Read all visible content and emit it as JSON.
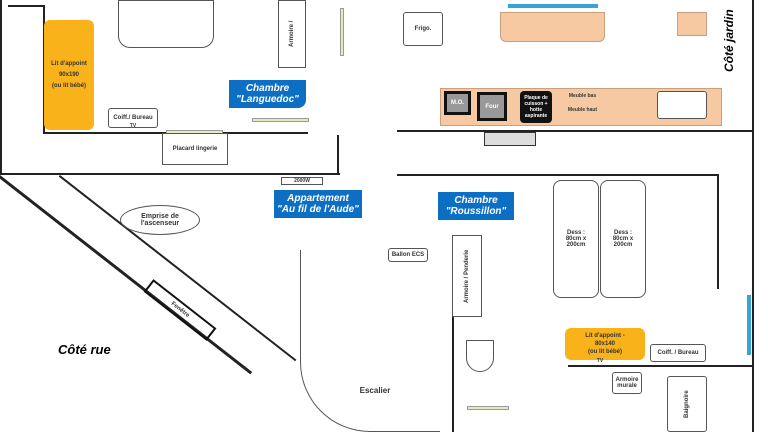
{
  "rooms": {
    "languedoc": {
      "label": "Chambre\n\"Languedoc\"",
      "extra_bed": "Lit d'appoint\n90x190\n(ou lit bébé)",
      "dresser": "Coiff./ Bureau",
      "tv": "TV",
      "wardrobe": "Armoire /"
    },
    "linen": "Placard lingerie",
    "heater": "2000W",
    "apartment": "Appartement\n\"Au fil de l'Aude\"",
    "elevator": "Emprise de\nl'ascenseur",
    "roussillon": {
      "label": "Chambre\n\"Roussillon\"",
      "bed1": "Dess :\n80cm x\n200cm",
      "bed2": "Dess :\n80cm x\n200cm",
      "extra_bed": "Lit d'appoint  -\n80x140\n(ou lit bébé)",
      "tv": "TV",
      "dresser": "Coiff. / Bureau",
      "wall_wardrobe": "Armoire\nmurale",
      "bath": "Baignoire"
    },
    "boiler": "Ballon ECS",
    "wardrobe2": "Armoire / Penderie",
    "stairs": "Escalier",
    "window": "Fenêtre",
    "kitchen": {
      "fridge": "Frigo.",
      "microwave": "M.O.",
      "oven": "Four",
      "hob": "Plaque de cuisson + hotte aspirante",
      "low_unit": "Meuble bas",
      "high_unit": "Meuble haut"
    }
  },
  "sides": {
    "street": "Côté rue",
    "garden": "Côté jardin"
  }
}
